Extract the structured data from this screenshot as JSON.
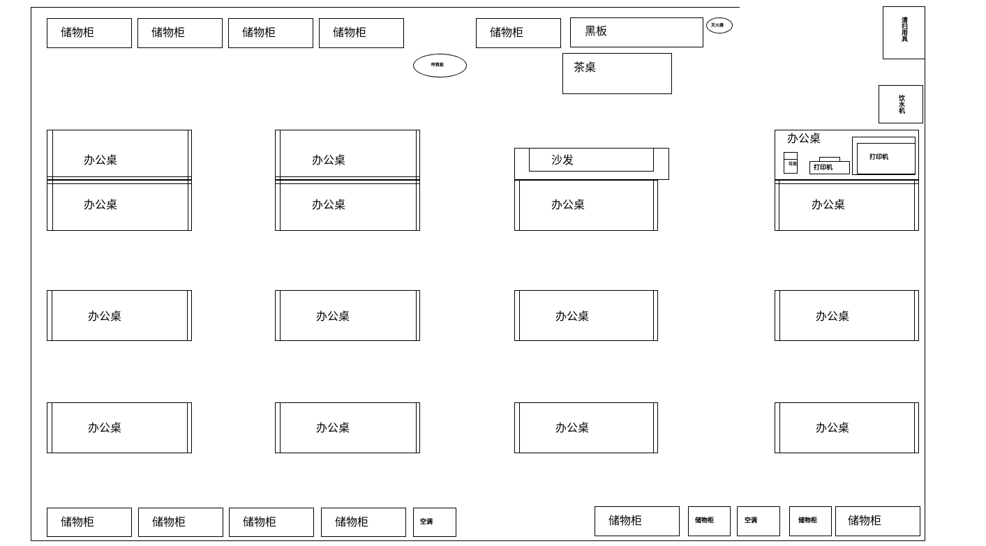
{
  "labels": {
    "cabinet": "储物柜",
    "desk": "办公桌",
    "blackboard": "黑板",
    "tea_table": "茶桌",
    "sofa": "沙发",
    "printer": "打印机",
    "aircon": "空调",
    "right_top_vertical": "清扫用具",
    "right_mid_vertical": "饮水机",
    "ellipse_left": "呼救板",
    "ellipse_right": "灭火器",
    "small_box": "垃圾"
  }
}
